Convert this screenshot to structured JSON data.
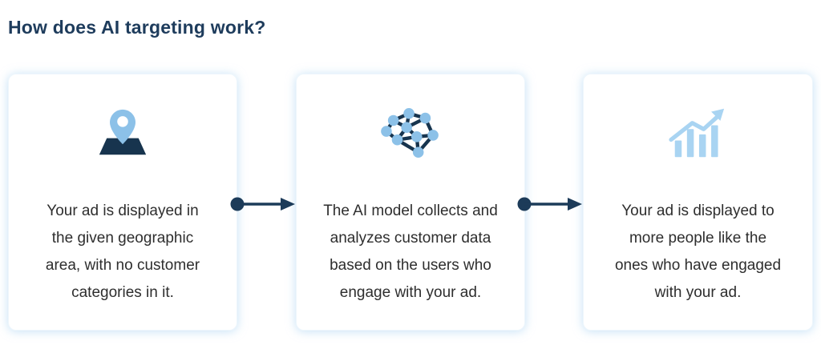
{
  "page": {
    "title": "How does AI targeting work?"
  },
  "colors": {
    "title_navy": "#1e3c5c",
    "icon_dark_navy": "#17344e",
    "arrow_navy": "#1c3b59",
    "pin_light_blue": "#8cc1e8",
    "chart_light_blue": "#a9d4f2",
    "body_text": "#2e2e2e",
    "card_shadow": "rgba(158,205,240,0.6)"
  },
  "steps": [
    {
      "icon": "map-pin-icon",
      "lines": [
        "Your ad is displayed in",
        "the given geographic",
        "area, with no customer",
        "categories in it."
      ]
    },
    {
      "icon": "neural-network-icon",
      "lines": [
        "The AI model collects and",
        "analyzes customer data",
        "based on the users who",
        "engage with your ad."
      ]
    },
    {
      "icon": "growth-chart-icon",
      "lines": [
        "Your ad is displayed to",
        "more people like the",
        "ones who have engaged",
        "with your ad."
      ]
    }
  ]
}
